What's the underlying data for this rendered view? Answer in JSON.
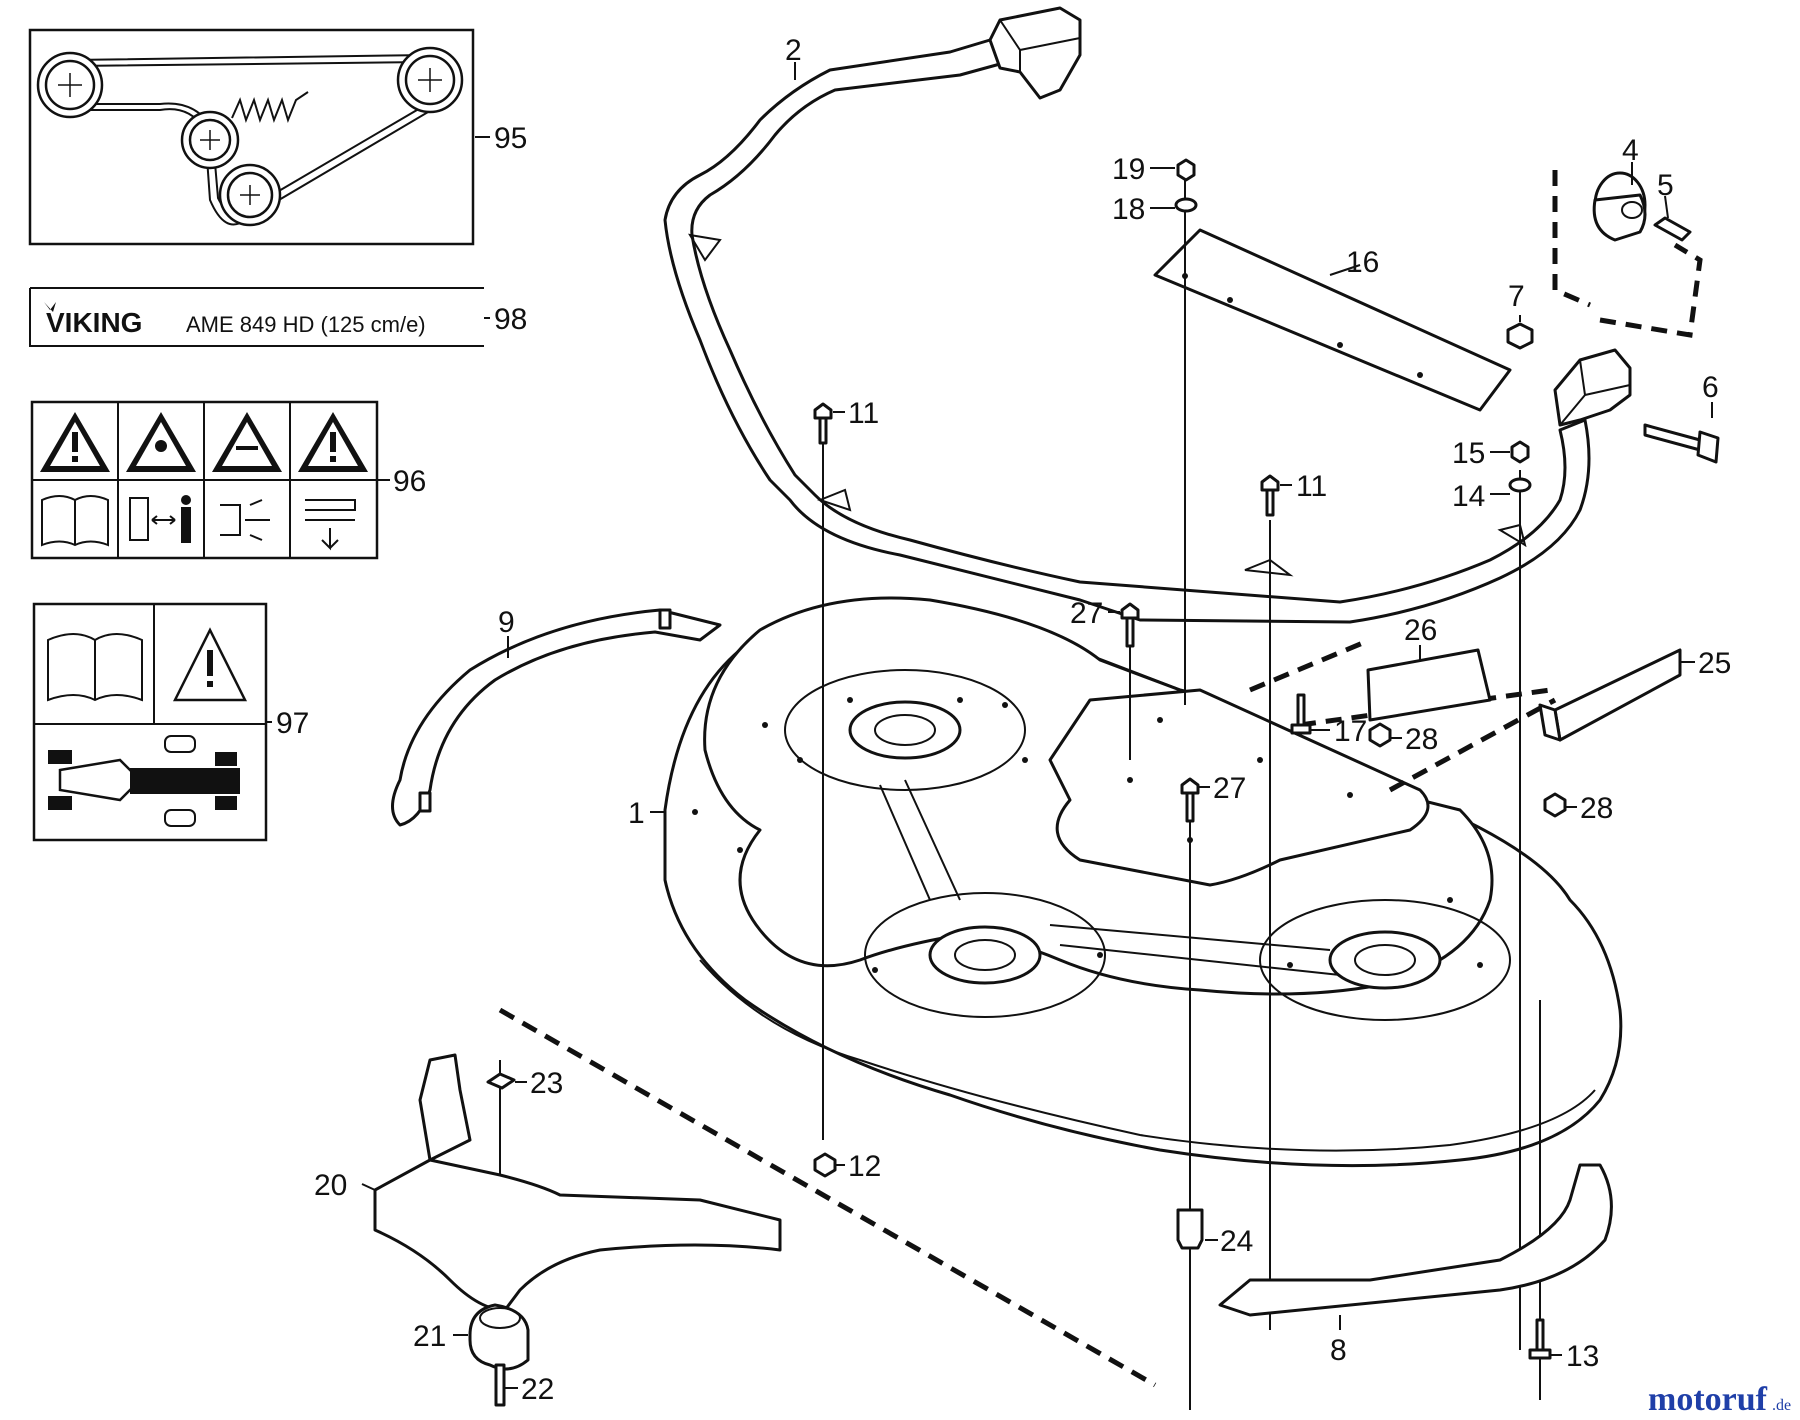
{
  "parts": [
    {
      "key": "p1",
      "label": "1"
    },
    {
      "key": "p2",
      "label": "2"
    },
    {
      "key": "p4",
      "label": "4"
    },
    {
      "key": "p5",
      "label": "5"
    },
    {
      "key": "p6",
      "label": "6"
    },
    {
      "key": "p7",
      "label": "7"
    },
    {
      "key": "p8",
      "label": "8"
    },
    {
      "key": "p9",
      "label": "9"
    },
    {
      "key": "p11a",
      "label": "11"
    },
    {
      "key": "p11b",
      "label": "11"
    },
    {
      "key": "p12",
      "label": "12"
    },
    {
      "key": "p13",
      "label": "13"
    },
    {
      "key": "p14",
      "label": "14"
    },
    {
      "key": "p15",
      "label": "15"
    },
    {
      "key": "p16",
      "label": "16"
    },
    {
      "key": "p17",
      "label": "17"
    },
    {
      "key": "p18",
      "label": "18"
    },
    {
      "key": "p19",
      "label": "19"
    },
    {
      "key": "p20",
      "label": "20"
    },
    {
      "key": "p21",
      "label": "21"
    },
    {
      "key": "p22",
      "label": "22"
    },
    {
      "key": "p23",
      "label": "23"
    },
    {
      "key": "p24",
      "label": "24"
    },
    {
      "key": "p25",
      "label": "25"
    },
    {
      "key": "p26",
      "label": "26"
    },
    {
      "key": "p27a",
      "label": "27"
    },
    {
      "key": "p27b",
      "label": "27"
    },
    {
      "key": "p28a",
      "label": "28"
    },
    {
      "key": "p28b",
      "label": "28"
    },
    {
      "key": "p95",
      "label": "95"
    },
    {
      "key": "p96",
      "label": "96"
    },
    {
      "key": "p97",
      "label": "97"
    },
    {
      "key": "p98",
      "label": "98"
    }
  ],
  "decal": {
    "brand": "VIKING",
    "model": "AME 849 HD (125 cm/e)"
  },
  "watermark": {
    "site": "motoruf",
    "tld": ".de"
  },
  "colors": {
    "line": "#111111",
    "watermark": "#1f3fa8"
  }
}
